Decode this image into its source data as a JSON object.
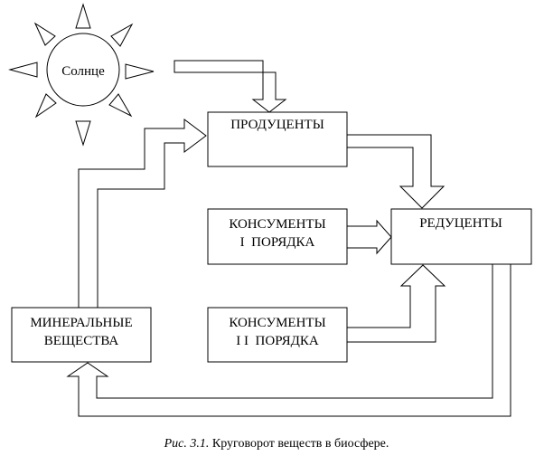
{
  "sun": {
    "label": "Солнце"
  },
  "nodes": {
    "producers": {
      "label": "ПРОДУЦЕНТЫ"
    },
    "reducers": {
      "label": "РЕДУЦЕНТЫ"
    },
    "consumers1": {
      "line1": "КОНСУМЕНТЫ",
      "line2": "I  ПОРЯДКА"
    },
    "consumers2": {
      "line1": "КОНСУМЕНТЫ",
      "line2": "I I  ПОРЯДКА"
    },
    "minerals": {
      "line1": "МИНЕРАЛЬНЫЕ",
      "line2": "ВЕЩЕСТВА"
    }
  },
  "caption": {
    "prefix": "Рис. 3.1.",
    "text": " Круговорот веществ в биосфере."
  }
}
